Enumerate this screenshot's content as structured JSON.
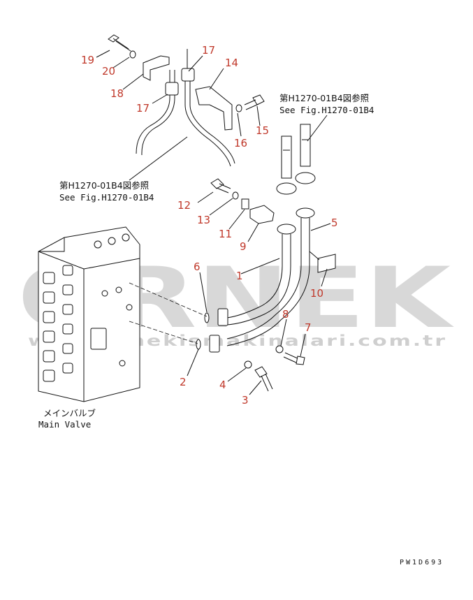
{
  "watermark": {
    "brand": "ÖRNEK",
    "url": "www.ornekismakinalari.com.tr"
  },
  "references": {
    "ref_top_ja": "第H1270-01B4図参照",
    "ref_top_en": "See Fig.H1270-01B4",
    "ref_mid_ja": "第H1270-01B4図参照",
    "ref_mid_en": "See Fig.H1270-01B4"
  },
  "main_valve": {
    "label_ja": "メインバルブ",
    "label_en": "Main Valve"
  },
  "drawing_code": "PW1D693",
  "callouts": {
    "c1": "1",
    "c2": "2",
    "c3": "3",
    "c4": "4",
    "c5": "5",
    "c6": "6",
    "c7": "7",
    "c8": "8",
    "c9": "9",
    "c10": "10",
    "c11": "11",
    "c12": "12",
    "c13": "13",
    "c14": "14",
    "c15": "15",
    "c16": "16",
    "c17a": "17",
    "c17b": "17",
    "c18": "18",
    "c19": "19",
    "c20": "20"
  },
  "colors": {
    "callout": "#c0392b",
    "line": "#111111",
    "watermark": "#d8d8d8"
  }
}
